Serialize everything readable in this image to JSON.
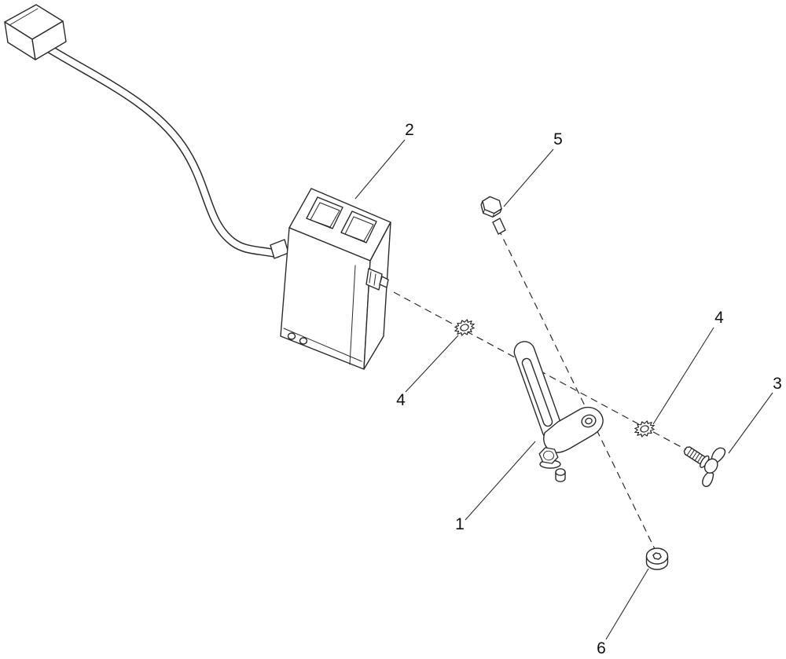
{
  "figure": {
    "kind": "exploded-parts-diagram",
    "background_color": "#ffffff",
    "line_color": "#2b2b2b",
    "label_color": "#111111"
  },
  "callouts": [
    {
      "label": "1",
      "part": "mounting-bracket"
    },
    {
      "label": "2",
      "part": "switch-module-with-wire-harness"
    },
    {
      "label": "3",
      "part": "wing-bolt"
    },
    {
      "label": "4",
      "part": "lock-washer-upper"
    },
    {
      "label": "4",
      "part": "lock-washer-lower"
    },
    {
      "label": "5",
      "part": "hex-bolt"
    },
    {
      "label": "6",
      "part": "push-nut"
    }
  ]
}
